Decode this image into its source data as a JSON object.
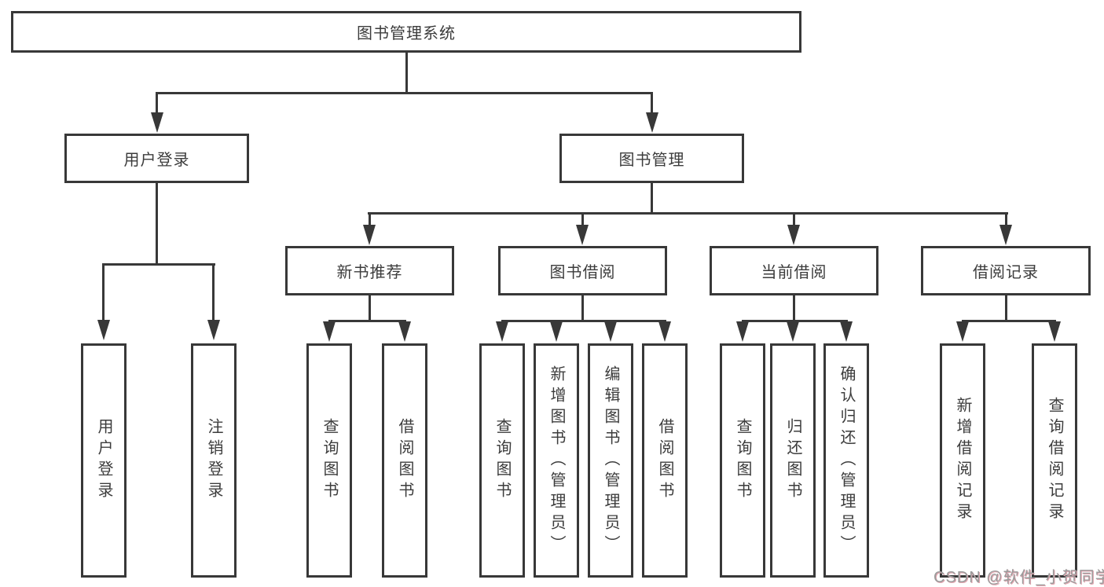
{
  "colors": {
    "line": "#383838",
    "text": "#3c3c3c",
    "background": "#ffffff",
    "watermark_text": "#9b9b9b",
    "watermark_accent": "#e2a6b0"
  },
  "nodes": {
    "root": "图书管理系统",
    "level2": [
      "用户登录",
      "图书管理"
    ],
    "level3": [
      "新书推荐",
      "图书借阅",
      "当前借阅",
      "借阅记录"
    ],
    "user_login_children": [
      "用户登录",
      "注销登录"
    ],
    "new_book_children": [
      "查询图书",
      "借阅图书"
    ],
    "book_borrow_children": [
      "查询图书",
      "新增图书（管理员）",
      "编辑图书（管理员）",
      "借阅图书"
    ],
    "current_borrow_children": [
      "查询图书",
      "归还图书",
      "确认归还（管理员）"
    ],
    "borrow_record_children": [
      "新增借阅记录",
      "查询借阅记录"
    ]
  },
  "watermark": {
    "text": "CSDN @软件_小贺同学"
  }
}
